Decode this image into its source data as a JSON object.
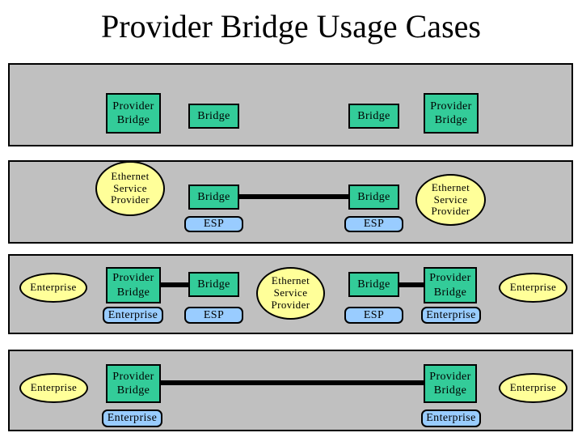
{
  "slide": {
    "title": "Provider Bridge Usage Cases"
  },
  "colors": {
    "background": "#FFFFFF",
    "title_text": "#000000",
    "band_fill": "#C0C0C0",
    "band_border": "#000000",
    "bridge_box_fill": "#33CC99",
    "badge_fill": "#99CCFF",
    "ellipse_fill": "#FFFF99",
    "link_line": "#000000",
    "node_text": "#000000"
  },
  "diagram": {
    "row1": {
      "pb_left": "Provider Bridge",
      "bridge_left": "Bridge",
      "bridge_right": "Bridge",
      "pb_right": "Provider Bridge"
    },
    "row2": {
      "esp_ellipse_left": "Ethernet Service Provider",
      "bridge_left": "Bridge",
      "bridge_right": "Bridge",
      "esp_badge_left": "ESP",
      "esp_badge_right": "ESP",
      "esp_ellipse_right": "Ethernet Service Provider"
    },
    "row3": {
      "enterprise_ellipse_left": "Enterprise",
      "pb_left": "Provider Bridge",
      "enterprise_badge_left": "Enterprise",
      "bridge_left": "Bridge",
      "esp_badge_left": "ESP",
      "esp_ellipse_center": "Ethernet Service Provider",
      "bridge_right": "Bridge",
      "esp_badge_right": "ESP",
      "pb_right": "Provider Bridge",
      "enterprise_badge_right": "Enterprise",
      "enterprise_ellipse_right": "Enterprise"
    },
    "row4": {
      "enterprise_ellipse_left": "Enterprise",
      "pb_left": "Provider Bridge",
      "enterprise_badge_left": "Enterprise",
      "pb_right": "Provider Bridge",
      "enterprise_badge_right": "Enterprise",
      "enterprise_ellipse_right": "Enterprise"
    }
  }
}
